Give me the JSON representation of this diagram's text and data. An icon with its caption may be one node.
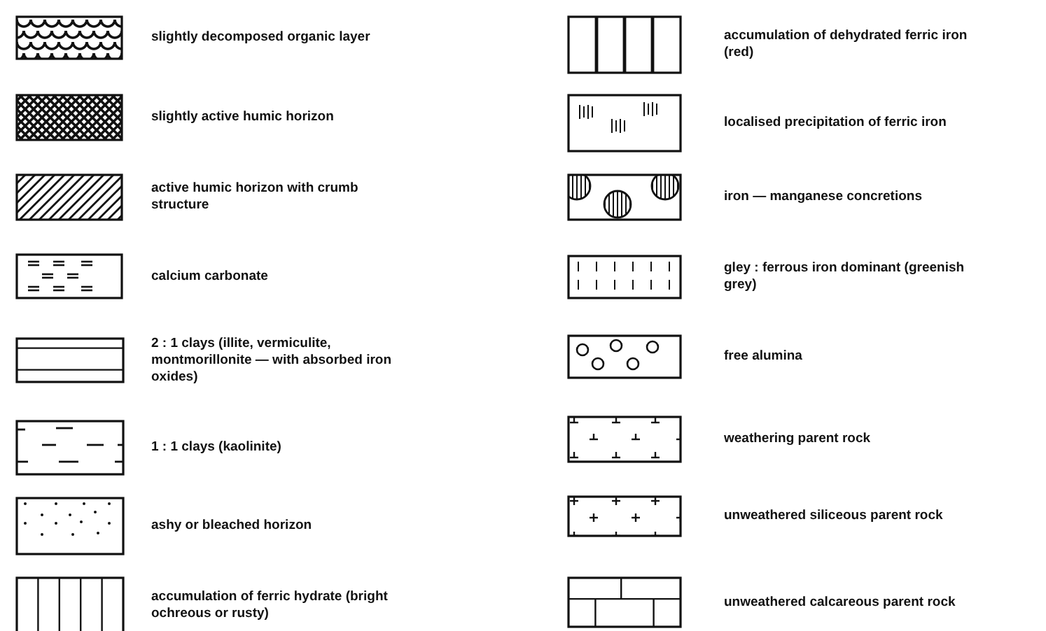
{
  "diagram": {
    "legend": [
      {
        "text": "slightly decomposed organic layer"
      },
      {
        "text": "slightly active humic horizon"
      },
      {
        "text": "active humic horizon with crumb structure"
      },
      {
        "text": "calcium carbonate"
      },
      {
        "text": "2 : 1 clays (illite, vermiculite, montmorillonite — with absorbed iron oxides)"
      },
      {
        "text": "1 : 1 clays (kaolinite)"
      },
      {
        "text": "ashy or bleached horizon"
      },
      {
        "text": "accumulation of ferric hydrate (bright ochreous or rusty)"
      },
      {
        "text": "accumulation of dehydrated ferric iron (red)"
      },
      {
        "text": "localised precipitation of ferric iron"
      },
      {
        "text": "iron — manganese concretions"
      },
      {
        "text": "gley : ferrous iron dominant (greenish grey)"
      },
      {
        "text": "free alumina"
      },
      {
        "text": "weathering parent rock"
      },
      {
        "text": "unweathered siliceous parent rock"
      },
      {
        "text": "unweathered calcareous parent rock"
      }
    ]
  }
}
